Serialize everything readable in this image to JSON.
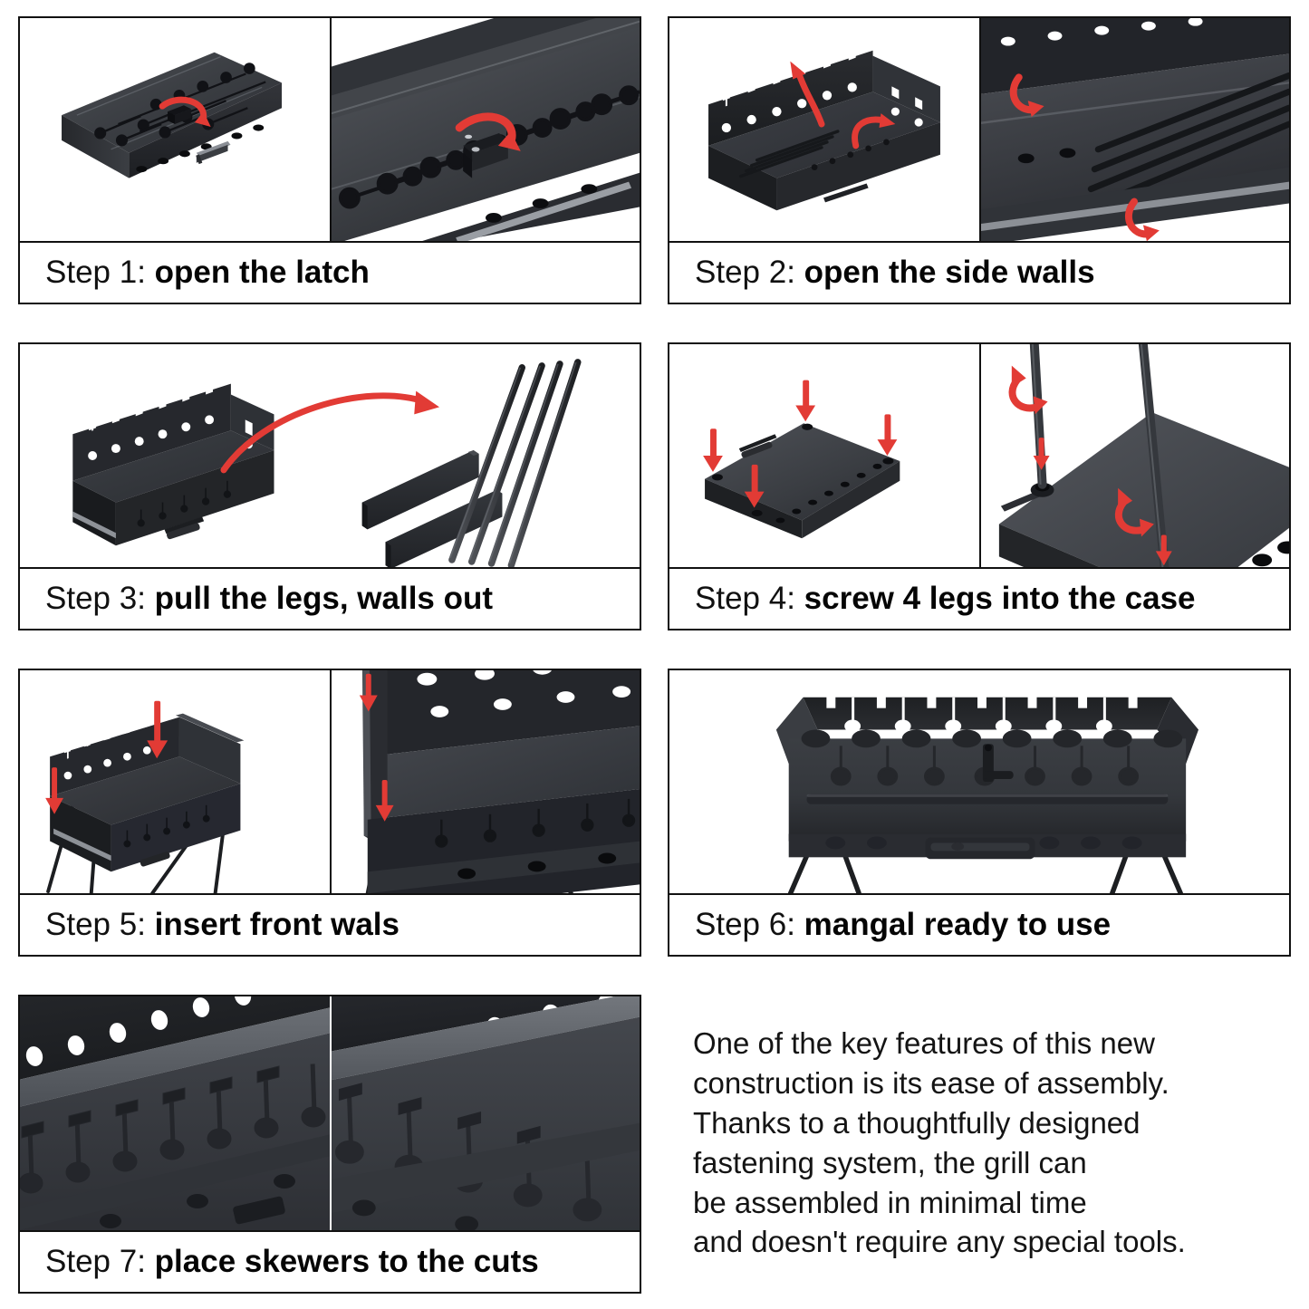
{
  "page": {
    "background": "#ffffff",
    "accent_red": "#e23b35",
    "metal_dark": "#2f3135",
    "metal_mid": "#44474c",
    "metal_light": "#5d6167"
  },
  "steps": [
    {
      "id": "step-1",
      "number": "Step 1:",
      "title": "open the latch",
      "panes": [
        "closed-case-with-latch",
        "latch-closeup"
      ]
    },
    {
      "id": "step-2",
      "number": "Step 2:",
      "title": "open the side walls",
      "panes": [
        "open-case-side-walls",
        "side-wall-closeup-with-skewers"
      ]
    },
    {
      "id": "step-3",
      "number": "Step 3:",
      "title": "pull the legs, walls out",
      "panes": [
        "case-with-parts-laid-out"
      ]
    },
    {
      "id": "step-4",
      "number": "Step 4:",
      "title": "screw 4 legs into the case",
      "panes": [
        "case-bottom-four-sockets",
        "leg-screwing-closeup"
      ]
    },
    {
      "id": "step-5",
      "number": "Step 5:",
      "title": "insert front wals",
      "panes": [
        "grill-on-legs-front-wall",
        "front-wall-inserted-closeup"
      ]
    },
    {
      "id": "step-6",
      "number": "Step 6:",
      "title": "mangal ready to use",
      "panes": [
        "assembled-mangal-front-view"
      ]
    },
    {
      "id": "step-7",
      "number": "Step 7:",
      "title": "place skewers to the cuts",
      "panes": [
        "skewer-cuts-closeup-left",
        "skewer-cuts-closeup-right"
      ]
    }
  ],
  "blurb": {
    "text": "One of the key features of this new\nconstruction is its ease of assembly.\nThanks to a thoughtfully designed\nfastening system, the grill can\nbe assembled in minimal time\nand doesn't require any special tools."
  }
}
